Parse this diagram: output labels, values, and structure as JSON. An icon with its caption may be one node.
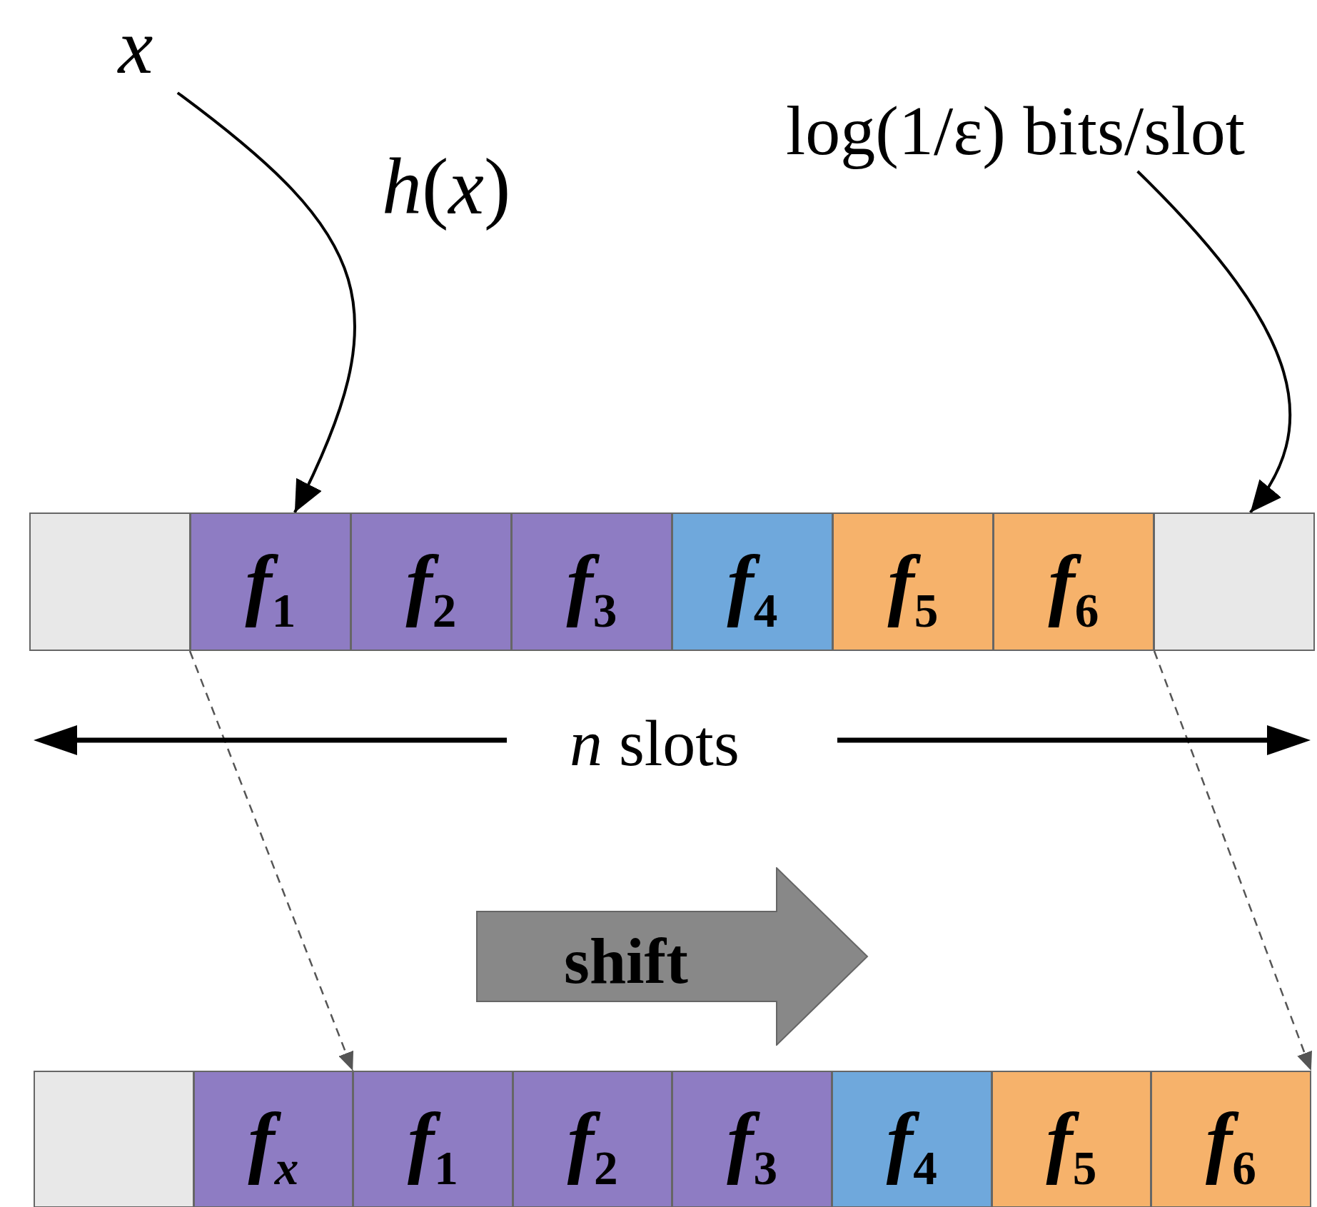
{
  "diagram": {
    "nodes": [
      {
        "text": [
          "x"
        ]
      },
      {
        "text": [
          "log(1/ε) bits/slot"
        ]
      },
      {
        "text": [],
        "shape": "box"
      },
      {
        "text": [
          "*f*$_{1}$"
        ]
      },
      {
        "text": [
          "*f*$_{2}$"
        ]
      },
      {
        "text": [
          "*f*$_{3}$"
        ]
      },
      {
        "text": [
          "*f*$_{4}$"
        ]
      },
      {
        "text": [
          "*f*$_{5}$"
        ]
      },
      {
        "text": [
          "*f*$_{6}$"
        ]
      },
      {
        "text": [],
        "shape": "box"
      },
      {
        "text": [
          "shift"
        ]
      },
      {
        "text": [],
        "shape": "box"
      },
      {
        "text": [
          "*f*$_{x}$"
        ]
      },
      {
        "text": [
          "*f*$_{1}$"
        ]
      },
      {
        "text": [
          "*f*$_{2}$"
        ]
      },
      {
        "text": [
          "*f*$_{3}$"
        ]
      },
      {
        "text": [
          "*f*$_{4}$"
        ]
      },
      {
        "text": [
          "*f*$_{5}$"
        ]
      },
      {
        "text": [
          "*f*$_{6}$"
        ]
      }
    ],
    "edges": [
      {
        "from": 0,
        "to": 3,
        "arrow": "to",
        "label": "*h*(*x*)"
      },
      {
        "from": 1,
        "to": 9,
        "arrow": "to"
      },
      {
        "from": 3,
        "to": 13,
        "arrow": "to",
        "style": "dashed",
        "color": "#555555"
      },
      {
        "from": 8,
        "to": 18,
        "arrow": "to",
        "style": "dashed",
        "color": "#555555"
      }
    ],
    "labels": [
      "*n* slots"
    ]
  }
}
